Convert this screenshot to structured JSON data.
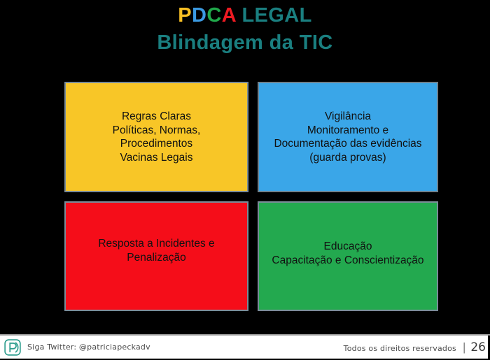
{
  "slide": {
    "background_color": "#000000",
    "title": {
      "line1_segments": [
        {
          "text": "P",
          "color": "#f9c024"
        },
        {
          "text": "D",
          "color": "#3b9ae1"
        },
        {
          "text": "C",
          "color": "#20a84a"
        },
        {
          "text": "A",
          "color": "#ee1b22"
        },
        {
          "text": " LEGAL",
          "color": "#1a7f80"
        }
      ],
      "line1_plain": "PDCA LEGAL",
      "line2": "Blindagem da TIC",
      "line2_color": "#1a7f80"
    },
    "quadrants": [
      {
        "id": "plan",
        "position": "top-left",
        "fill": "#f8c627",
        "border": "#7b8c99",
        "text": "Regras Claras\nPolíticas, Normas,\nProcedimentos\nVacinas Legais"
      },
      {
        "id": "check",
        "position": "top-right",
        "fill": "#3aa6e8",
        "border": "#6f8390",
        "text": "Vigilância\nMonitoramento e\nDocumentação das evidências\n(guarda provas)"
      },
      {
        "id": "act",
        "position": "bottom-left",
        "fill": "#f50d19",
        "border": "#7b8c99",
        "text": "Resposta a Incidentes e\nPenalização"
      },
      {
        "id": "do",
        "position": "bottom-right",
        "fill": "#23a94f",
        "border": "#7b8c99",
        "text": "Educação\nCapacitação e Conscientização"
      }
    ],
    "footer": {
      "logo_icon": "ppa-p-logo-icon",
      "logo_color": "#2f9e8f",
      "handle": "Siga Twitter: @patriciapeckadv",
      "rights": "Todos os direitos reservados",
      "separator": "|",
      "page_number": "26"
    }
  }
}
